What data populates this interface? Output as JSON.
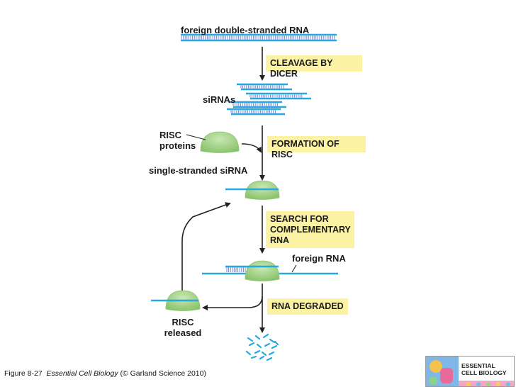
{
  "labels": {
    "foreign_dsrna": "foreign double-stranded RNA",
    "sirnas": "siRNAs",
    "risc_proteins": "RISC\nproteins",
    "single_stranded_sirna": "single-stranded siRNA",
    "foreign_rna": "foreign RNA",
    "risc_released": "RISC\nreleased"
  },
  "steps": {
    "cleavage": "CLEAVAGE BY DICER",
    "formation": "FORMATION OF RISC",
    "search": "SEARCH FOR\nCOMPLEMENTARY\nRNA",
    "degraded": "RNA DEGRADED"
  },
  "caption": {
    "figure": "Figure 8-27",
    "book": "Essential Cell Biology",
    "credit": "(© Garland Science 2010)"
  },
  "book_cover": {
    "title": "ESSENTIAL\nCELL BIOLOGY"
  },
  "colors": {
    "rna_strand": "#29a8e0",
    "rung": "#7b7fd1",
    "risc_green": "#a7d68a",
    "step_box": "#fbf3a3",
    "arrow": "#222222"
  }
}
